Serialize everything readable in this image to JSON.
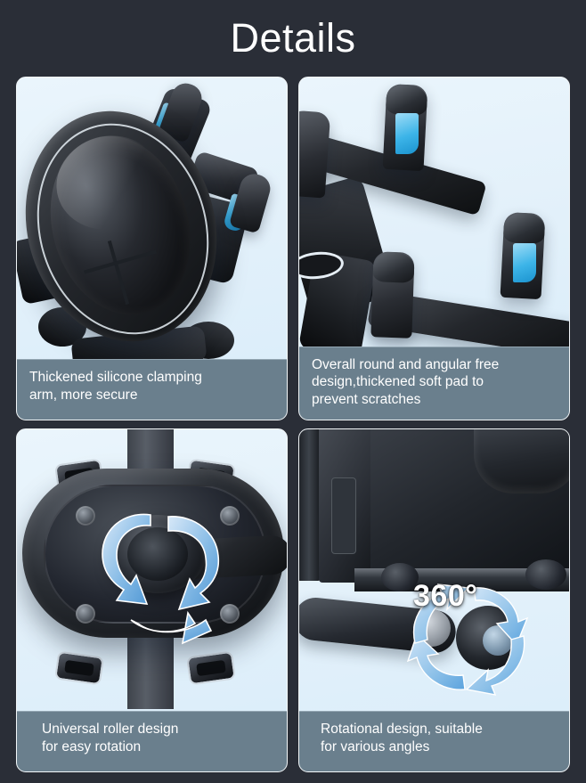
{
  "page": {
    "title": "Details",
    "background_color": "#2a2e37",
    "caption_band_color": "#6a7f8d",
    "photo_background_color": "#e9f4fb",
    "accent_cyan": "#3cb4e8",
    "arrow_blue": "#5ba3de"
  },
  "cards": [
    {
      "id": "card-clamping-arm",
      "caption": "Thickened silicone clamping arm, more secure",
      "caption_lines": [
        "Thickened silicone clamping",
        "arm, more secure"
      ],
      "image_alt": "Close-up of black oval phone holder body with silicone clamping arms"
    },
    {
      "id": "card-soft-pad",
      "caption": "Overall round and angular free design,thickened soft pad to prevent scratches",
      "caption_lines": [
        "Overall round and angular free",
        "design,thickened soft pad to",
        "prevent scratches"
      ],
      "image_alt": "Black holder arms with rounded posts and blue soft pads"
    },
    {
      "id": "card-universal-roller",
      "caption": "Universal roller design for easy rotation",
      "caption_lines": [
        "Universal roller design",
        "for easy rotation"
      ],
      "image_alt": "Back of holder showing universal roller ball joint with rotation arrows"
    },
    {
      "id": "card-rotational-design",
      "caption": "Rotational design, suitable for various angles",
      "caption_lines": [
        "Rotational design, suitable",
        "for various angles"
      ],
      "image_alt": "Holder arm with 360 degree rotating ball joint",
      "badge": "360°"
    }
  ]
}
